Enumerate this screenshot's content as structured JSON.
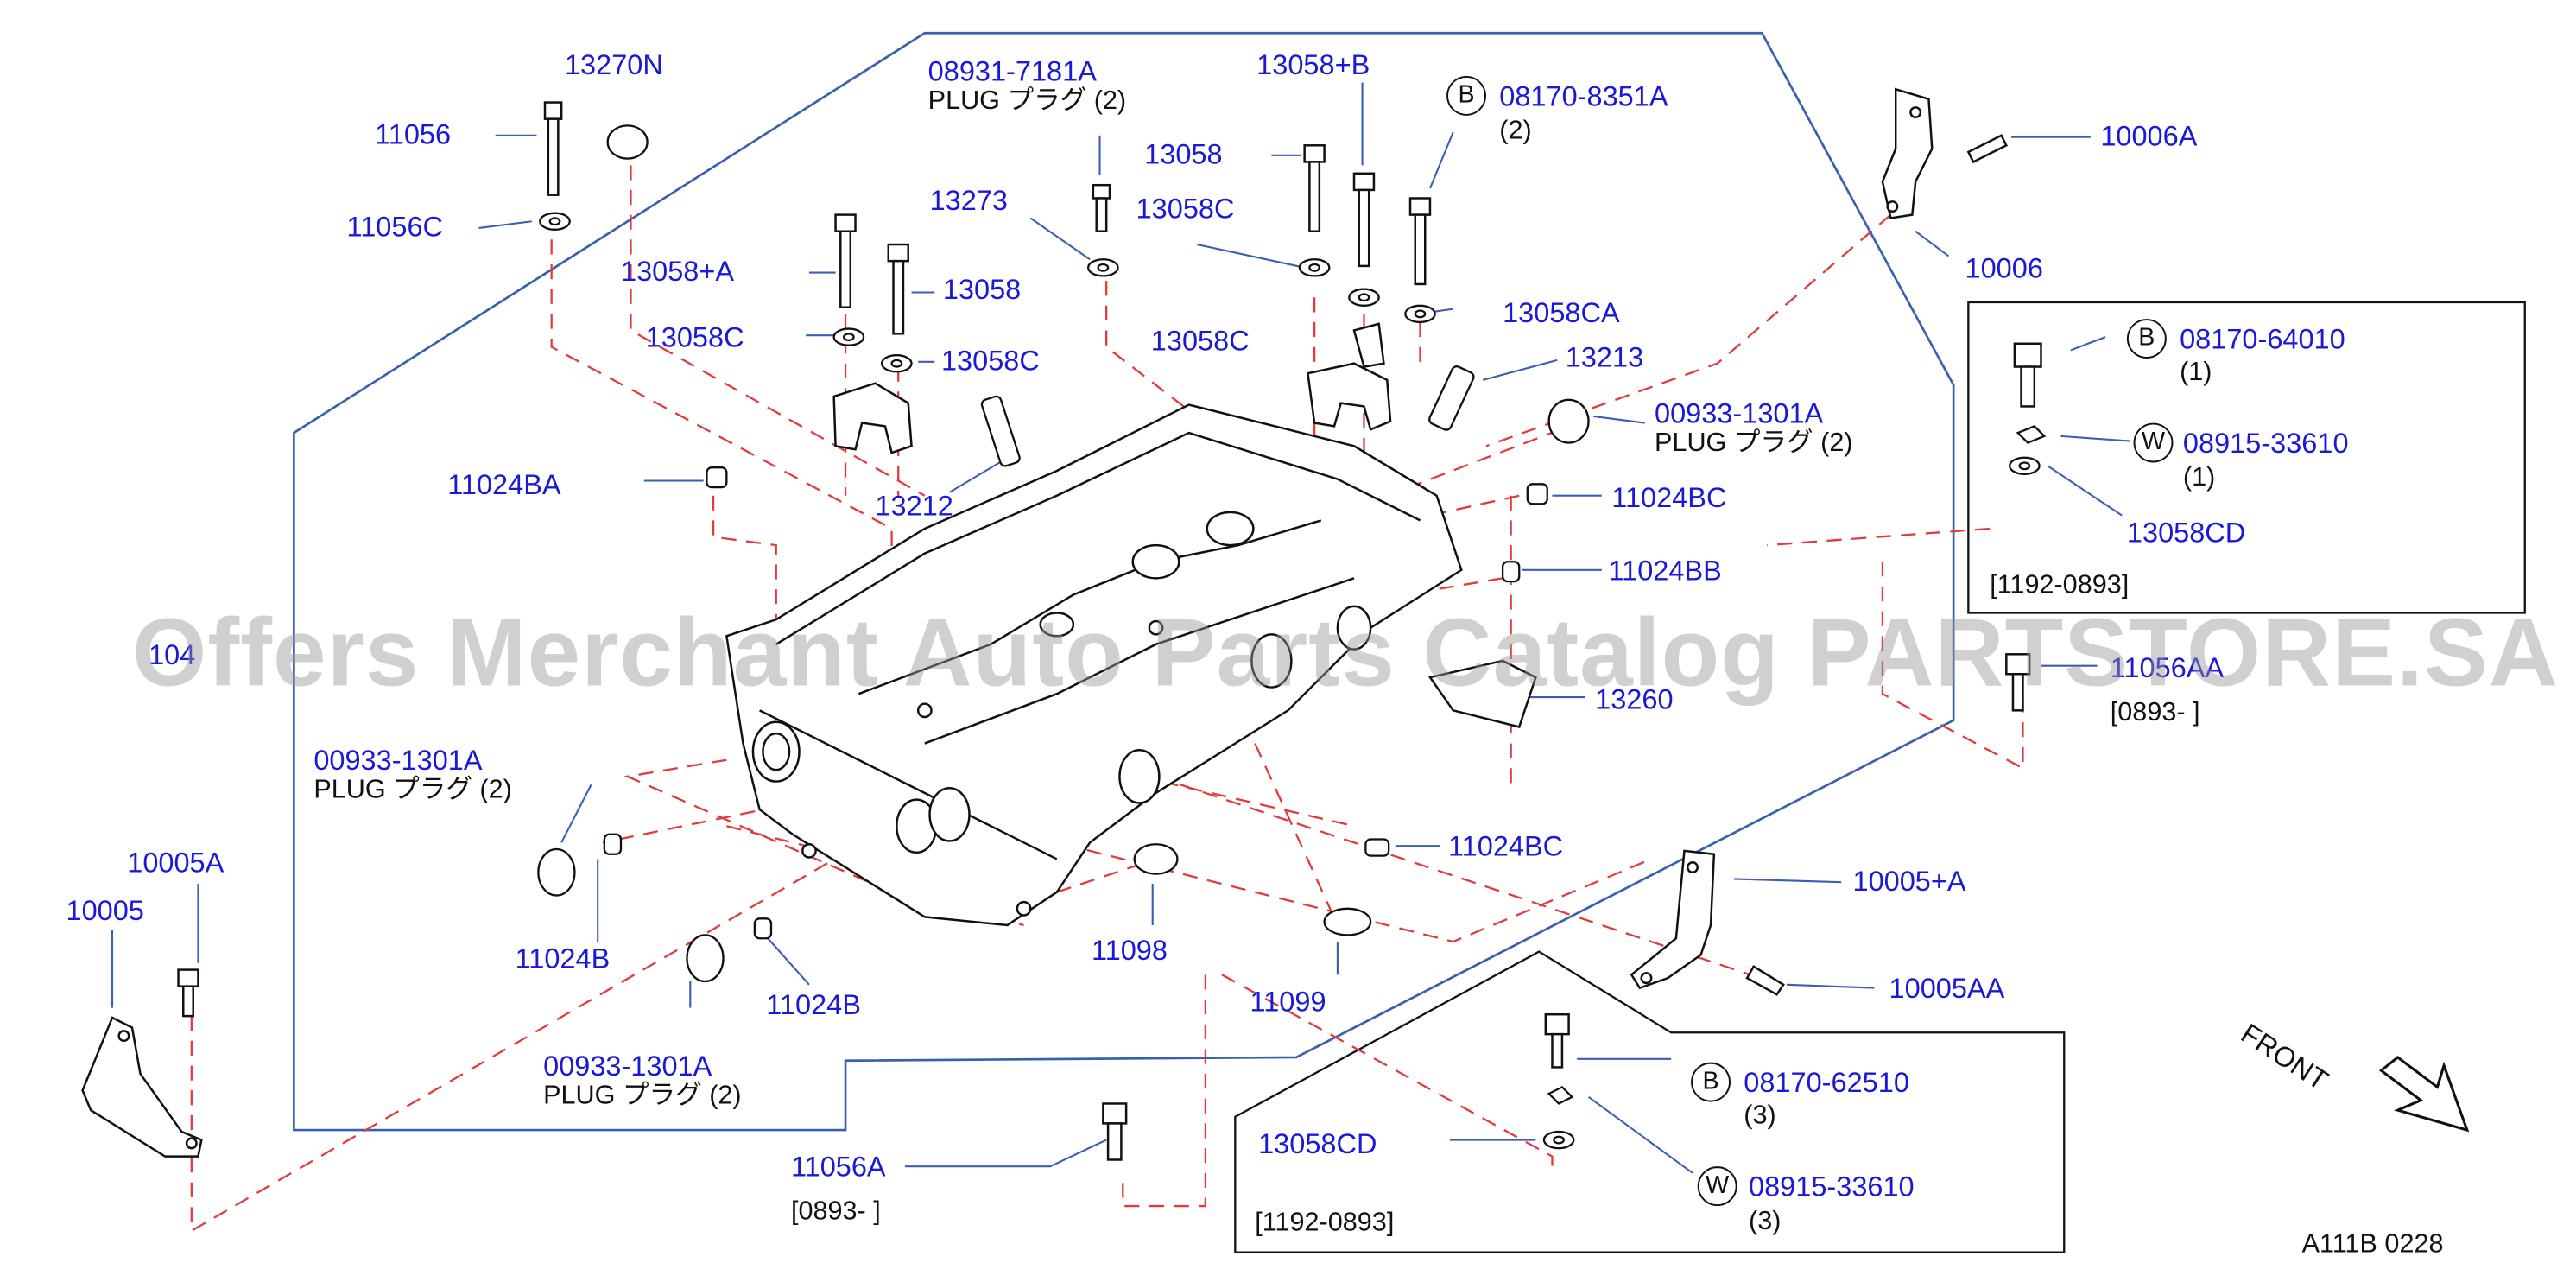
{
  "watermark": "Offers Merchant Auto Parts Catalog PARTSTORE.SA",
  "diagram_code": "A111B  0228",
  "front_label": "FRONT",
  "parts": {
    "p13270N": "13270N",
    "p11056": "11056",
    "p11056C": "11056C",
    "p13058A": "13058+A",
    "p13058_left": "13058",
    "p13058C_left1": "13058C",
    "p13058C_left2": "13058C",
    "p13273": "13273",
    "p08931": "08931-7181A",
    "p08931_plug": "PLUG  プラグ (2)",
    "p13058B": "13058+B",
    "p13058_top": "13058",
    "p13058C_top": "13058C",
    "p13058C_mid": "13058C",
    "p08170_8351A": "08170-8351A",
    "p08170_8351A_qty": "(2)",
    "p13058CA": "13058CA",
    "p13213": "13213",
    "p13212": "13212",
    "p00933_right": "00933-1301A",
    "p00933_right_plug": "PLUG  プラグ (2)",
    "p11024BA": "11024BA",
    "p11024BC_top": "11024BC",
    "p11024BB": "11024BB",
    "p10006A": "10006A",
    "p10006": "10006",
    "p104": "104",
    "p13260": "13260",
    "p11056AA": "11056AA",
    "p11056AA_range": "[0893-                          ]",
    "p00933_left": "00933-1301A",
    "p00933_left_plug": "PLUG  プラグ (2)",
    "p10005A": "10005A",
    "p10005": "10005",
    "p11024B_1": "11024B",
    "p11024B_2": "11024B",
    "p00933_bottom": "00933-1301A",
    "p00933_bottom_plug": "PLUG  プラグ (2)",
    "p11098": "11098",
    "p11099": "11099",
    "p11024BC_bottom": "11024BC",
    "p10005A_plus": "10005+A",
    "p10005AA": "10005AA",
    "p11056A": "11056A",
    "p11056A_range": "[0893-               ]"
  },
  "inset_top_right": {
    "b_mark": "B",
    "w_mark": "W",
    "bolt": "08170-64010",
    "bolt_qty": "(1)",
    "washer": "08915-33610",
    "washer_qty": "(1)",
    "seal": "13058CD",
    "range": "[1192-0893]"
  },
  "inset_bottom": {
    "b_mark": "B",
    "w_mark": "W",
    "bolt": "08170-62510",
    "bolt_qty": "(3)",
    "washer": "08915-33610",
    "washer_qty": "(3)",
    "seal": "13058CD",
    "range": "[1192-0893]"
  },
  "circle_top": "B",
  "colors": {
    "label_blue": "#1a1ad6",
    "outline_blue": "#3a5fb0",
    "leader_red": "#e23b3b",
    "line_black": "#111111"
  }
}
